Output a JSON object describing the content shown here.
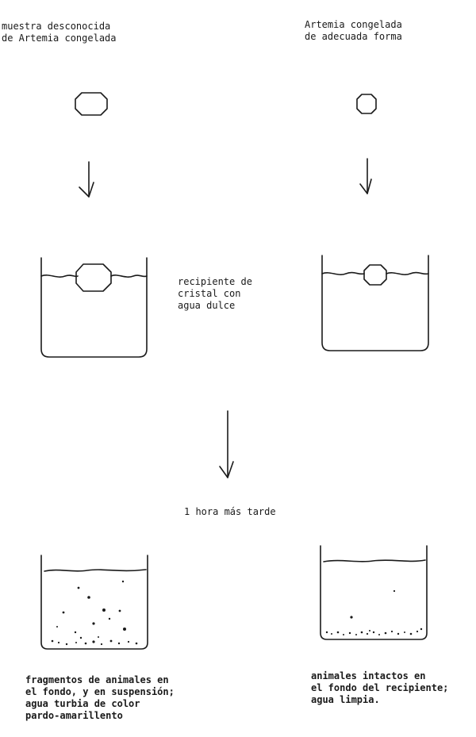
{
  "labels": {
    "unknown_sample": "muestra desconocida\nde Artemia congelada",
    "proper_sample": "Artemia congelada\nde adecuada forma",
    "container": "recipiente de\ncristal con\nagua dulce",
    "time_later": "1 hora más tarde",
    "result_bad": "fragmentos de animales en\nel fondo, y en suspensión;\nagua turbia de  color\npardo-amarillento",
    "result_good": "animales intactos en\nel fondo del recipiente;\nagua limpia."
  }
}
